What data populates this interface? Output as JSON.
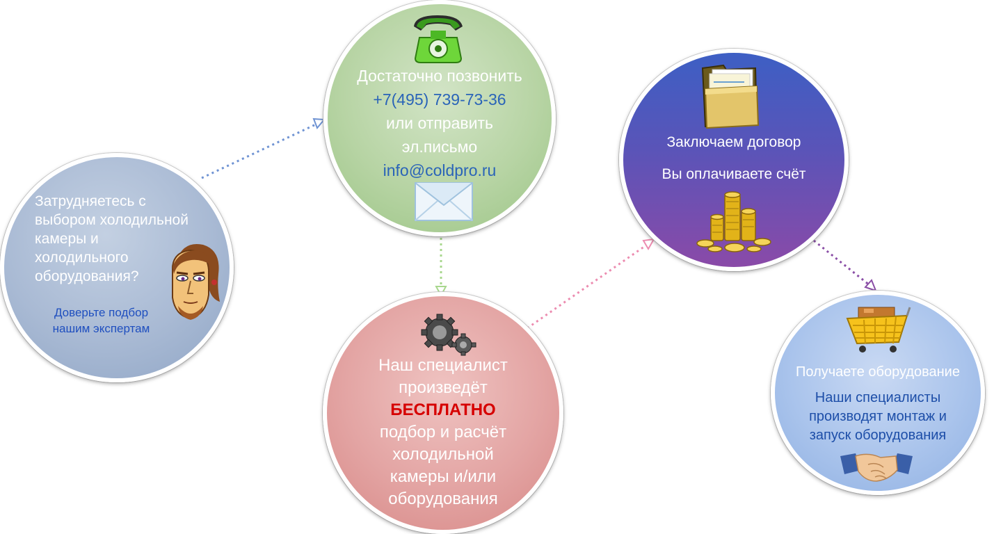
{
  "step1": {
    "question_lines": [
      "Затрудняетесь с",
      "выбором холодильной",
      "камеры и",
      "холодильного",
      "оборудования?"
    ],
    "trust_lines": [
      "Доверьте подбор",
      "нашим экспертам"
    ],
    "icon": "thinking-man-icon"
  },
  "step2": {
    "line1": "Достаточно позвонить",
    "phone": "+7(495) 739-73-36",
    "line3": "или отправить",
    "line4": "эл.письмо",
    "email": "info@coldpro.ru",
    "icons": [
      "telephone-icon",
      "envelope-icon"
    ]
  },
  "step3": {
    "line1": "Наш специалист",
    "line2": "произведёт",
    "free": "БЕСПЛАТНО",
    "line4": "подбор и расчёт",
    "line5": "холодильной",
    "line6": "камеры и/или",
    "line7": "оборудования",
    "icon": "gears-icon"
  },
  "step4": {
    "line1": "Заключаем договор",
    "line2": "Вы оплачиваете счёт",
    "icons": [
      "folder-icon",
      "coins-icon"
    ]
  },
  "step5": {
    "heading": "Получаете оборудование",
    "sub_lines": [
      "Наши специалисты",
      "производят монтаж и",
      "запуск оборудования"
    ],
    "icons": [
      "shopping-basket-icon",
      "handshake-icon"
    ]
  },
  "colors": {
    "arrow_1_2": "#6f93d3",
    "arrow_2_3": "#a8d78e",
    "arrow_3_4": "#ec8cb0",
    "arrow_4_5": "#8a4ea6",
    "free_text": "#d60000",
    "link_blue": "#2a64b8"
  }
}
